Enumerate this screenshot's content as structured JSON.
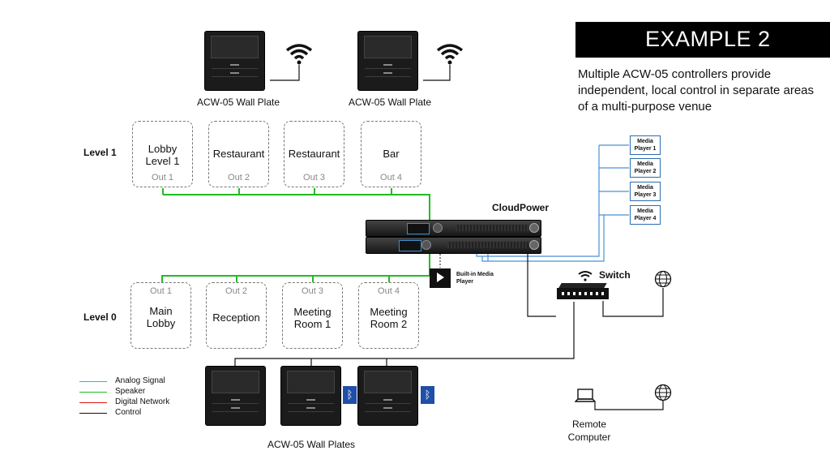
{
  "example": {
    "title": "EXAMPLE 2",
    "description": "Multiple ACW-05 controllers provide independent, local control in separate areas of a multi-purpose venue"
  },
  "wall_plates_top": [
    {
      "label": "ACW-05 Wall Plate"
    },
    {
      "label": "ACW-05 Wall Plate"
    }
  ],
  "wall_plates_bottom_label": "ACW-05 Wall Plates",
  "levels": {
    "level1": {
      "label": "Level 1",
      "zones": [
        {
          "name": "Lobby Level 1",
          "out": "Out 1"
        },
        {
          "name": "Restaurant",
          "out": "Out 2"
        },
        {
          "name": "Restaurant",
          "out": "Out 3"
        },
        {
          "name": "Bar",
          "out": "Out 4"
        }
      ]
    },
    "level0": {
      "label": "Level 0",
      "zones": [
        {
          "name": "Main Lobby",
          "out": "Out 1"
        },
        {
          "name": "Reception",
          "out": "Out 2"
        },
        {
          "name": "Meeting Room 1",
          "out": "Out 3"
        },
        {
          "name": "Meeting Room 2",
          "out": "Out 4"
        }
      ]
    }
  },
  "amplifier": {
    "label": "CloudPower"
  },
  "builtin_player": {
    "label": "Built-in Media Player"
  },
  "media_players": [
    {
      "label": "Media Player 1"
    },
    {
      "label": "Media Player 2"
    },
    {
      "label": "Media Player 3"
    },
    {
      "label": "Media Player 4"
    }
  ],
  "switch": {
    "label": "Switch"
  },
  "remote": {
    "label": "Remote Computer"
  },
  "legend": [
    {
      "label": "Analog Signal",
      "color": "#22b8e8"
    },
    {
      "label": "Speaker",
      "color": "#22bb22"
    },
    {
      "label": "Digital Network",
      "color": "#dd1111"
    },
    {
      "label": "Control",
      "color": "#111111"
    }
  ],
  "colors": {
    "speaker": "#22bb22",
    "analog": "#4a8fd6",
    "control": "#111111"
  },
  "icons": [
    "wifi-icon",
    "bluetooth-icon",
    "globe-icon",
    "laptop-icon",
    "play-icon"
  ]
}
